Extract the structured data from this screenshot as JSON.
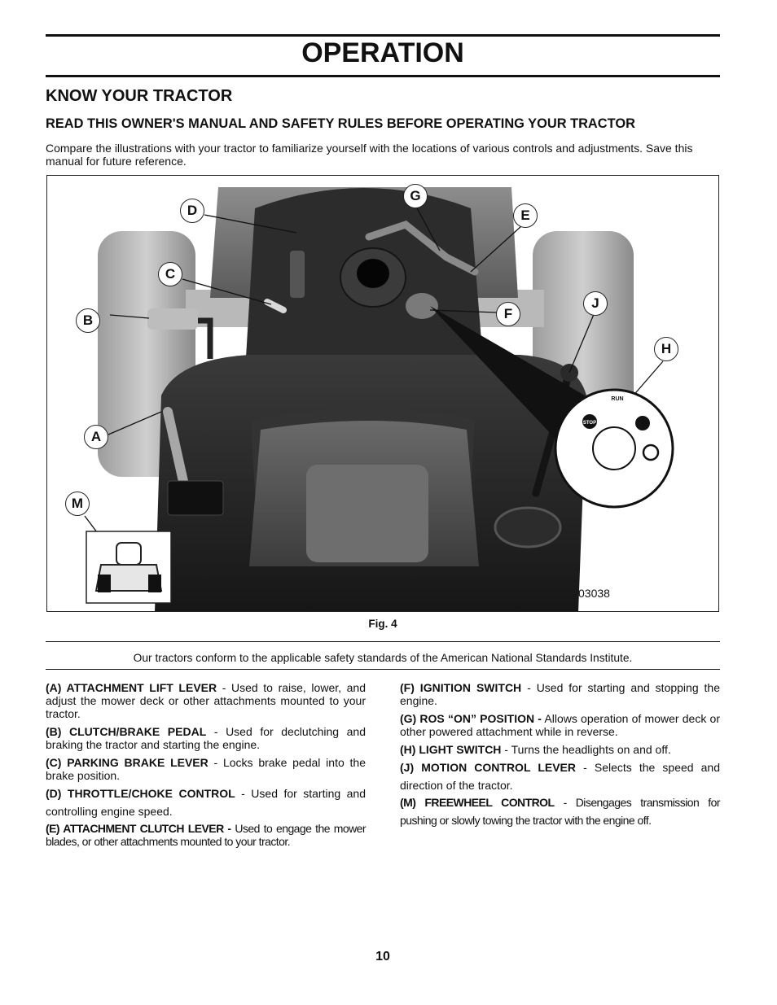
{
  "header": {
    "title": "OPERATION"
  },
  "section": {
    "title": "KNOW YOUR TRACTOR",
    "subtitle": "READ THIS OWNER'S MANUAL AND SAFETY RULES BEFORE OPERATING YOUR TRACTOR",
    "intro": "Compare the illustrations with your tractor to familiarize yourself with the locations of various controls and adjustments. Save this manual for future reference."
  },
  "figure": {
    "callouts": [
      "A",
      "B",
      "C",
      "D",
      "E",
      "F",
      "G",
      "H",
      "J",
      "M"
    ],
    "code": "03038",
    "caption": "Fig. 4",
    "ignition_labels": [
      "STOP",
      "RUN"
    ]
  },
  "standards_note": "Our tractors conform to the applicable safety standards of the American National Standards Institute.",
  "controls": [
    {
      "term": "(A) ATTACHMENT LIFT LEVER",
      "sep": " - ",
      "text": "Used to raise, lower, and adjust the mower deck or other attachments mounted to your tractor."
    },
    {
      "term": "(B) CLUTCH/BRAKE PEDAL",
      "sep": " - ",
      "text": "Used for declutching and braking the tractor and starting the engine."
    },
    {
      "term": "(C) PARKING BRAKE LEVER",
      "sep": " - ",
      "text": "Locks brake pedal into the brake position."
    },
    {
      "term": "(D) THROTTLE/CHOKE CONTROL",
      "sep": " - ",
      "text": "Used for starting and controlling engine speed."
    },
    {
      "term": "(E) ATTACHMENT CLUTCH LEVER -",
      "sep": " ",
      "text": "Used to engage the mower blades, or other attachments mounted to your tractor."
    },
    {
      "term": "(F) IGNITION SWITCH",
      "sep": " - ",
      "text": "Used for starting and stopping the engine."
    },
    {
      "term": "(G) ROS “ON” POSITION -",
      "sep": " ",
      "text": "Allows operation of mower deck or other powered attachment while in reverse."
    },
    {
      "term": "(H) LIGHT SWITCH",
      "sep": " - ",
      "text": "Turns the headlights on and off."
    },
    {
      "term": "(J) MOTION CONTROL LEVER",
      "sep": " - ",
      "text": "Selects the speed and direction of the tractor."
    },
    {
      "term": "(M) FREEWHEEL CONTROL",
      "sep": " - ",
      "text": "Disengages transmission for pushing or slowly towing the tractor with the engine off."
    }
  ],
  "footer": {
    "page_number": "10"
  }
}
